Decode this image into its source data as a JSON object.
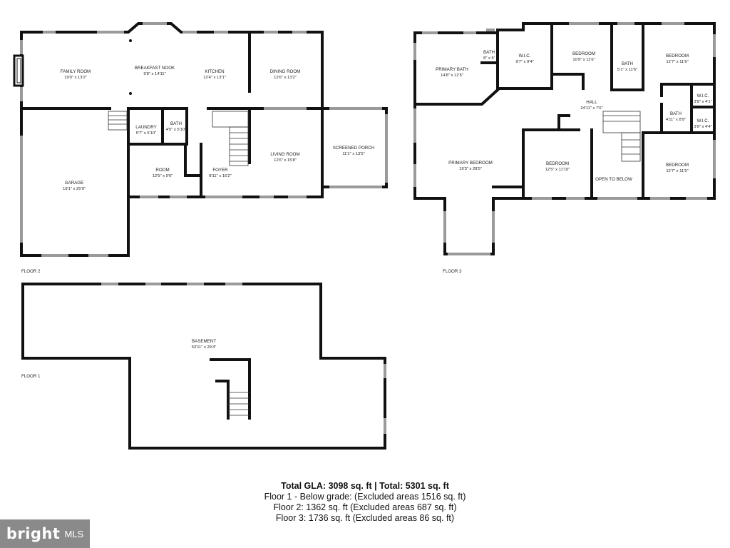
{
  "floors": [
    {
      "label": "FLOOR 2"
    },
    {
      "label": "FLOOR 3"
    },
    {
      "label": "FLOOR 1"
    }
  ],
  "rooms": {
    "family_room": {
      "name": "FAMILY ROOM",
      "dim": "19'0\" x 13'2\""
    },
    "breakfast_nook": {
      "name": "BREAKFAST NOOK",
      "dim": "9'8\" x 14'11\""
    },
    "kitchen": {
      "name": "KITCHEN",
      "dim": "12'4\" x 13'1\""
    },
    "dining_room": {
      "name": "DINING ROOM",
      "dim": "12'6\" x 13'2\""
    },
    "laundry": {
      "name": "LAUNDRY",
      "dim": "5'7\" x 5'10\""
    },
    "bath_f2": {
      "name": "BATH",
      "dim": "4'5\" x 5'10\""
    },
    "garage": {
      "name": "GARAGE",
      "dim": "19'1\" x 25'9\""
    },
    "room": {
      "name": "ROOM",
      "dim": "12'5\" x 9'6\""
    },
    "foyer": {
      "name": "FOYER",
      "dim": "8'11\" x 16'2\""
    },
    "living_room": {
      "name": "LIVING ROOM",
      "dim": "12'6\" x 15'8\""
    },
    "screened_porch": {
      "name": "SCREENED PORCH",
      "dim": "11'1\" x 13'5\""
    },
    "primary_bath": {
      "name": "PRIMARY BATH",
      "dim": "14'8\" x 12'5\""
    },
    "bath_small": {
      "name": "BATH",
      "dim": "8\" x 5'"
    },
    "wic_1": {
      "name": "W.I.C.",
      "dim": "9'7\" x 9'4\""
    },
    "bedroom_1": {
      "name": "BEDROOM",
      "dim": "10'9\" x 11'6\""
    },
    "bath_f3a": {
      "name": "BATH",
      "dim": "5'1\" x 11'6\""
    },
    "bedroom_2": {
      "name": "BEDROOM",
      "dim": "12'7\" x 11'6\""
    },
    "wic_2": {
      "name": "W.I.C.",
      "dim": "3'9\" x 4'1\""
    },
    "hall": {
      "name": "HALL",
      "dim": "24'11\" x 7'6\""
    },
    "bath_f3b": {
      "name": "BATH",
      "dim": "4'11\" x 8'9\""
    },
    "wic_3": {
      "name": "W.I.C.",
      "dim": "3'9\" x 4'4\""
    },
    "primary_bedroom": {
      "name": "PRIMARY BEDROOM",
      "dim": "19'3\" x 28'5\""
    },
    "bedroom_3": {
      "name": "BEDROOM",
      "dim": "12'5\" x 11'10\""
    },
    "open_below": {
      "name": "OPEN TO BELOW"
    },
    "bedroom_4": {
      "name": "BEDROOM",
      "dim": "12'7\" x 11'5\""
    },
    "basement": {
      "name": "BASEMENT",
      "dim": "53'11\" x 29'4\""
    }
  },
  "totals": {
    "headline": "Total GLA: 3098 sq. ft | Total: 5301 sq. ft",
    "lines": [
      "Floor 1 - Below grade: (Excluded areas 1516 sq. ft)",
      "Floor 2: 1362 sq. ft (Excluded areas 687 sq. ft)",
      "Floor 3: 1736 sq. ft (Excluded areas 86 sq. ft)"
    ]
  },
  "brand": {
    "word": "bright",
    "suffix": "MLS"
  },
  "colors": {
    "wall": "#111111",
    "window": "#9a9a9a",
    "brand_bg": "#8a8a8a"
  }
}
